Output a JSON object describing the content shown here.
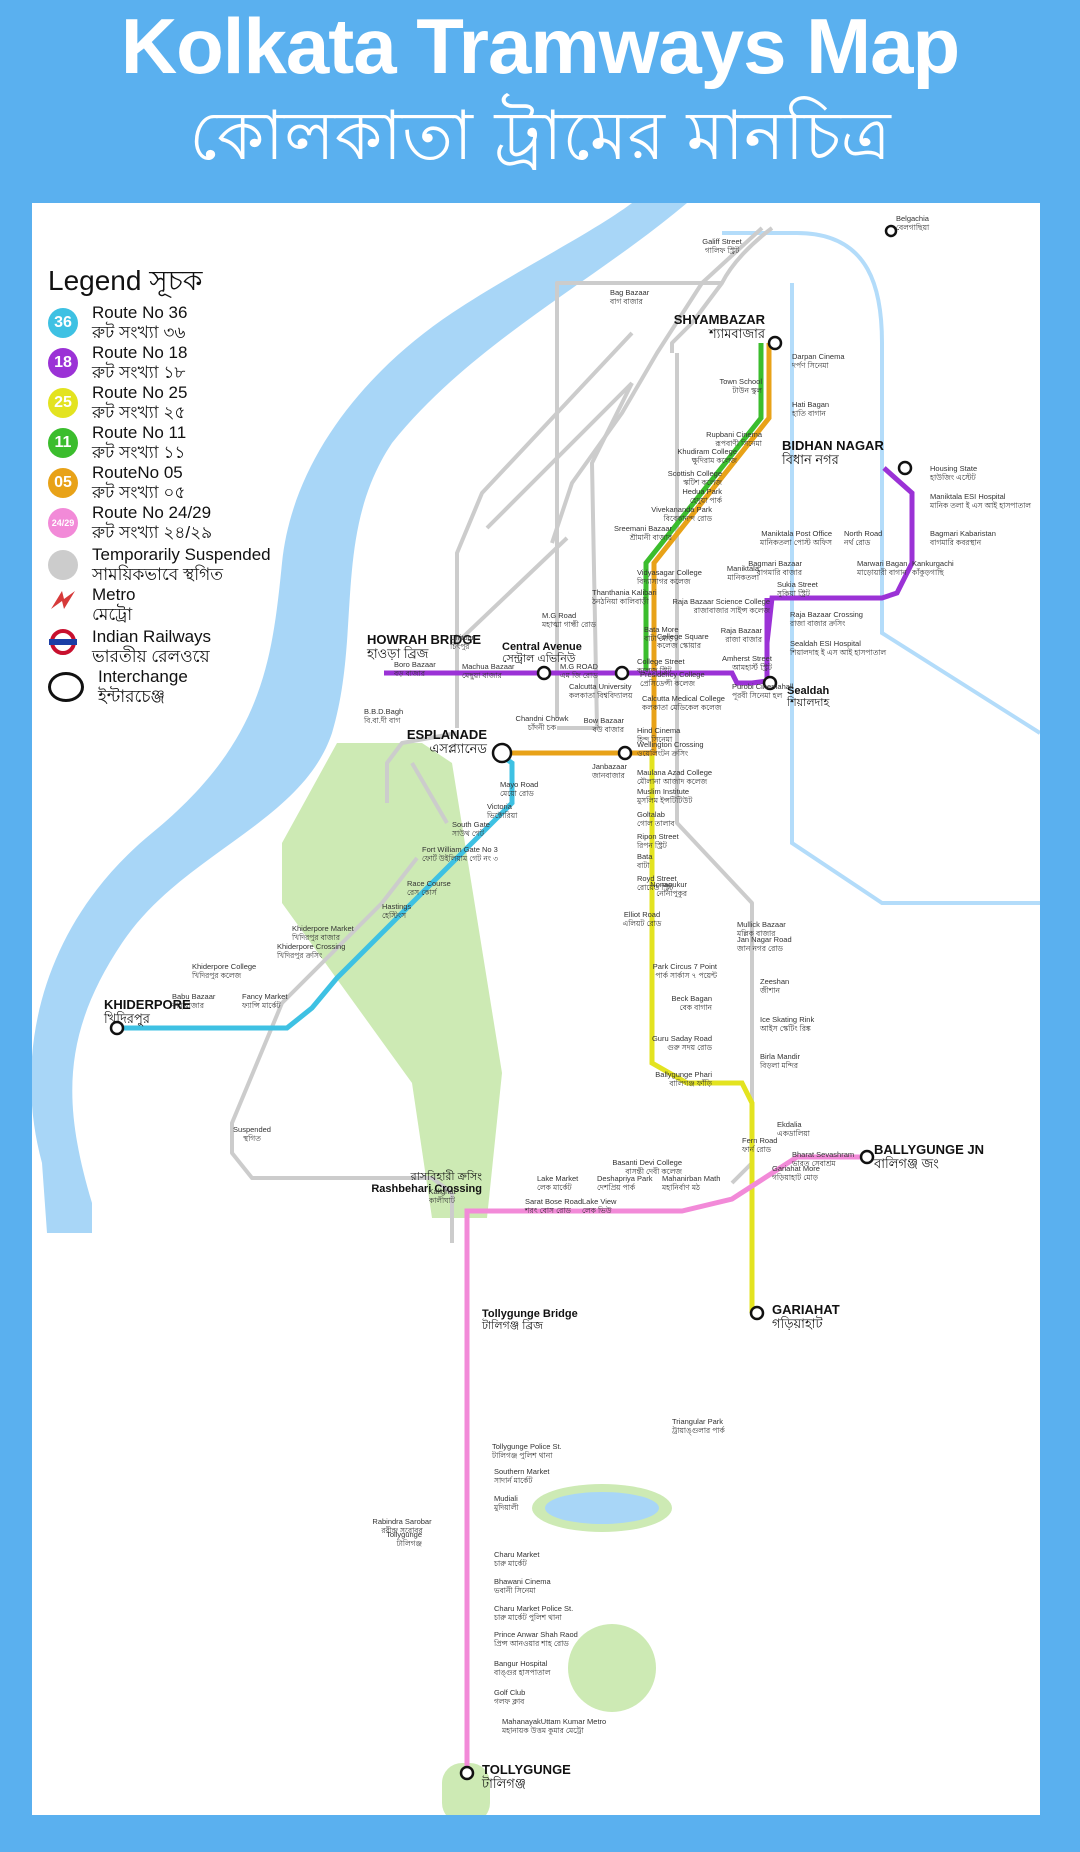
{
  "title_en": "Kolkata Tramways Map",
  "title_bn": "কোলকাতা ট্রামের মানচিত্র",
  "colors": {
    "background": "#5ab0ef",
    "water": "#a8d6f7",
    "park": "#cdeab4",
    "route_36": "#3ec1e3",
    "route_18": "#9b32d6",
    "route_25": "#e3e320",
    "route_11": "#3bbd2d",
    "route_05": "#e8a218",
    "route_24_29": "#f28ad8",
    "suspended": "#cccccc",
    "metro": "#d63a3a",
    "railway": "#c8102e"
  },
  "legend": {
    "title_en": "Legend",
    "title_bn": "সূচক",
    "items": [
      {
        "badge": "36",
        "color": "#3ec1e3",
        "en": "Route No 36",
        "bn": "রুট সংখ্যা ৩৬"
      },
      {
        "badge": "18",
        "color": "#9b32d6",
        "en": "Route No 18",
        "bn": "রুট সংখ্যা ১৮"
      },
      {
        "badge": "25",
        "color": "#e3e320",
        "en": "Route No 25",
        "bn": "রুট সংখ্যা ২৫"
      },
      {
        "badge": "11",
        "color": "#3bbd2d",
        "en": "Route No 11",
        "bn": "রুট সংখ্যা ১১"
      },
      {
        "badge": "05",
        "color": "#e8a218",
        "en": "RouteNo 05",
        "bn": "রুট সংখ্যা ০৫"
      },
      {
        "badge": "24/29",
        "color": "#f28ad8",
        "en": "Route No 24/29",
        "bn": "রুট সংখ্যা ২৪/২৯"
      },
      {
        "badge": "",
        "color": "#cccccc",
        "en": "Temporarily Suspended",
        "bn": "সাময়িকভাবে স্থগিত"
      },
      {
        "badge": "metro",
        "color": "#d63a3a",
        "en": "Metro",
        "bn": "মেট্রো"
      },
      {
        "badge": "railway",
        "color": "#c8102e",
        "en": "Indian Railways",
        "bn": "ভারতীয় রেলওয়ে"
      },
      {
        "badge": "interchange",
        "color": "#ffffff",
        "en": "Interchange",
        "bn": "ইন্টারচেঞ্জ"
      }
    ]
  },
  "hubs": {
    "shyambazar": {
      "en": "SHYAMBAZAR",
      "bn": "শ্যামবাজার"
    },
    "bidhan_nagar": {
      "en": "BIDHAN NAGAR",
      "bn": "বিধান নগর"
    },
    "howrah_bridge": {
      "en": "HOWRAH BRIDGE",
      "bn": "হাওড়া ব্রিজ"
    },
    "central_avenue": {
      "en": "Central Avenue",
      "bn": "সেন্ট্রাল এভিনিউ"
    },
    "sealdah": {
      "en": "Sealdah",
      "bn": "শিয়ালদাহ"
    },
    "esplanade": {
      "en": "ESPLANADE",
      "bn": "এসপ্ল্যানেড"
    },
    "khiderpore": {
      "en": "KHIDERPORE",
      "bn": "খিদিরপুর"
    },
    "gariahat": {
      "en": "GARIAHAT",
      "bn": "গড়িয়াহাট"
    },
    "ballygunge": {
      "en": "BALLYGUNGE JN",
      "bn": "বালিগঞ্জ জং"
    },
    "rashbehari": {
      "en": "Rashbehari Crossing",
      "bn": "রাসবিহারী ক্রসিং"
    },
    "tollygunge_bridge": {
      "en": "Tollygunge Bridge",
      "bn": "টালিগঞ্জ ব্রিজ"
    },
    "tollygunge": {
      "en": "TOLLYGUNGE",
      "bn": "টালিগঞ্জ"
    }
  },
  "stops": [
    {
      "en": "Belgachia",
      "bn": "বেলগাছিয়া"
    },
    {
      "en": "Galiff Street",
      "bn": "গালিফ স্ট্রিট"
    },
    {
      "en": "Bag Bazaar",
      "bn": "বাগ বাজার"
    },
    {
      "en": "Darpan Cinema",
      "bn": "দর্পণ সিনেমা"
    },
    {
      "en": "Town School",
      "bn": "টাউন স্কুল"
    },
    {
      "en": "Hati Bagan",
      "bn": "হাতি বাগান"
    },
    {
      "en": "Rupbani Cinema",
      "bn": "রূপবাণী সিনেমা"
    },
    {
      "en": "Khudiram College",
      "bn": "ক্ষুদিরাম কলেজ"
    },
    {
      "en": "Scottish College",
      "bn": "স্কটিশ কলেজ"
    },
    {
      "en": "Hedua Park",
      "bn": "হেদুয়া পার্ক"
    },
    {
      "en": "Vivekananda Park",
      "bn": "বিবেকানন্দ রোড"
    },
    {
      "en": "Sreemani Bazaar",
      "bn": "শ্রীমানী বাজার"
    },
    {
      "en": "Housing State",
      "bn": "হাউজিং এস্টেট"
    },
    {
      "en": "Maniktala ESI Hospital",
      "bn": "মানিক তলা ই এস আই হাসপাতাল"
    },
    {
      "en": "Bagmari Kabaristan",
      "bn": "বাগমারি কবরস্থান"
    },
    {
      "en": "Maniktala Post Office",
      "bn": "মানিকতলা পোস্ট অফিস"
    },
    {
      "en": "North Road",
      "bn": "নর্থ রোড"
    },
    {
      "en": "Bagmari Bazaar",
      "bn": "বাগমারি বাজার"
    },
    {
      "en": "Marwari Bagan",
      "bn": "মাড়োয়ারী বাগান"
    },
    {
      "en": "Kankurgachi",
      "bn": "কাঁকুড়গাছি"
    },
    {
      "en": "Vidyasagar College",
      "bn": "বিদ্যাসাগর কলেজ"
    },
    {
      "en": "Maniktala",
      "bn": "মানিকতলা"
    },
    {
      "en": "Sukia Street",
      "bn": "সুকিয়া স্ট্রিট"
    },
    {
      "en": "Thanthania Kalibari",
      "bn": "ঠনঠনিয়া কালিবাড়ী"
    },
    {
      "en": "Raja Bazaar Science College",
      "bn": "রাজাবাজার সাইন্স কলেজ"
    },
    {
      "en": "M.G Road",
      "bn": "মহাত্মা গান্ধী রোড"
    },
    {
      "en": "Raja Bazaar Crossing",
      "bn": "রাজা বাজার ক্রসিং"
    },
    {
      "en": "Bata More",
      "bn": "বাটা মোড়"
    },
    {
      "en": "College Square",
      "bn": "কলেজ স্কোয়ার"
    },
    {
      "en": "Raja Bazaar",
      "bn": "রাজা বাজার"
    },
    {
      "en": "Chitpur",
      "bn": "চিৎপুর"
    },
    {
      "en": "Sealdah ESI Hospital",
      "bn": "শিয়ালদাহ ই এস আই হাসপাতাল"
    },
    {
      "en": "Amherst Street",
      "bn": "আমহার্স্ট স্ট্রিট"
    },
    {
      "en": "Boro Bazaar",
      "bn": "বড় বাজার"
    },
    {
      "en": "Machua Bazaar",
      "bn": "মেছুয়া বাজার"
    },
    {
      "en": "M.G ROAD",
      "bn": "এম জি রোড"
    },
    {
      "en": "College Street",
      "bn": "কলেজ স্ট্রিট"
    },
    {
      "en": "Presidency College",
      "bn": "প্রেসিডেন্সী কলেজ"
    },
    {
      "en": "Purobi Cinemahall",
      "bn": "পূরবী সিনেমা হল"
    },
    {
      "en": "Calcutta University",
      "bn": "কলকাতা বিশ্ববিদ্যালয়"
    },
    {
      "en": "Calcutta Medical College",
      "bn": "কলকাতা মেডিকেল কলেজ"
    },
    {
      "en": "B.B.D.Bagh",
      "bn": "বি.বা.দী বাগ"
    },
    {
      "en": "Chandni Chowk",
      "bn": "চাঁদনী চক"
    },
    {
      "en": "Bow Bazaar",
      "bn": "বউ বাজার"
    },
    {
      "en": "Hind Cinema",
      "bn": "হিন্দ সিনেমা"
    },
    {
      "en": "Wellington Crossing",
      "bn": "ওয়েলিংটন ক্রসিং"
    },
    {
      "en": "Janbazaar",
      "bn": "জানবাজার"
    },
    {
      "en": "Maulana Azad College",
      "bn": "মৌলানা আজাদ কলেজ"
    },
    {
      "en": "Mayo Road",
      "bn": "মেয়ো রোড"
    },
    {
      "en": "Muslim Institute",
      "bn": "মুসলিম ইন্সটিটিউট"
    },
    {
      "en": "Victoria",
      "bn": "ভিক্টোরিয়া"
    },
    {
      "en": "Goltalab",
      "bn": "গোল তালাব"
    },
    {
      "en": "South Gate",
      "bn": "সাউথ গেট"
    },
    {
      "en": "Ripon Street",
      "bn": "রিপন স্ট্রিট"
    },
    {
      "en": "Fort William Gate No 3",
      "bn": "ফোর্ট উইলিয়াম গেট নং ৩"
    },
    {
      "en": "Bata",
      "bn": "বাটা"
    },
    {
      "en": "Race Course",
      "bn": "রেস কোর্স"
    },
    {
      "en": "Royd Street",
      "bn": "রোয়েড স্ট্রিট"
    },
    {
      "en": "Hastings",
      "bn": "হেস্টিংস"
    },
    {
      "en": "Nonapukur",
      "bn": "নোনাপুকুর"
    },
    {
      "en": "Elliot Road",
      "bn": "এলিয়ট রোড"
    },
    {
      "en": "Khiderpore Market",
      "bn": "খিদিরপুর বাজার"
    },
    {
      "en": "Mullick Bazaar",
      "bn": "মল্লিক বাজার"
    },
    {
      "en": "Khiderpore Crossing",
      "bn": "খিদিরপুর ক্রসিং"
    },
    {
      "en": "Jan Nagar Road",
      "bn": "জান নগর রোড"
    },
    {
      "en": "Khiderpore College",
      "bn": "খিদিরপুর কলেজ"
    },
    {
      "en": "Park Circus 7 Point",
      "bn": "পার্ক সার্কাস ৭ পয়েন্ট"
    },
    {
      "en": "Babu Bazaar",
      "bn": "বাবু বাজার"
    },
    {
      "en": "Fancy Market",
      "bn": "ফ্যান্সি মার্কেট"
    },
    {
      "en": "Zeeshan",
      "bn": "জীশান"
    },
    {
      "en": "Beck Bagan",
      "bn": "বেক বাগান"
    },
    {
      "en": "Ice Skating Rink",
      "bn": "আইস স্কেটিং রিঙ্ক"
    },
    {
      "en": "Guru Saday Road",
      "bn": "গুরু সদয় রোড"
    },
    {
      "en": "Birla Mandir",
      "bn": "বিড়লা মন্দির"
    },
    {
      "en": "Ballygunge Phari",
      "bn": "বালিগঞ্জ ফাঁড়ি"
    },
    {
      "en": "Suspended",
      "bn": "স্থগিত"
    },
    {
      "en": "Ekdalia",
      "bn": "একডালিয়া"
    },
    {
      "en": "Fern Road",
      "bn": "ফার্ন রোড"
    },
    {
      "en": "Bharat Sevashram",
      "bn": "ভারত সেবাশ্রম"
    },
    {
      "en": "Basanti Devi College",
      "bn": "বাসন্তী দেবী কলেজ"
    },
    {
      "en": "Gariahat More",
      "bn": "গড়িয়াহাট মোড়"
    },
    {
      "en": "Kalighat",
      "bn": "কালীঘাট"
    },
    {
      "en": "Lake Market",
      "bn": "লেক মার্কেট"
    },
    {
      "en": "Deshapriya Park",
      "bn": "দেশপ্রিয় পার্ক"
    },
    {
      "en": "Mahanirban Math",
      "bn": "মহানির্বাণ মঠ"
    },
    {
      "en": "Sarat Bose Road",
      "bn": "শরৎ বোস রোড"
    },
    {
      "en": "Lake View",
      "bn": "লেক ভিউ"
    },
    {
      "en": "Triangular Park",
      "bn": "ট্রায়াঙ্গুলার পার্ক"
    },
    {
      "en": "Tollygunge Police St.",
      "bn": "টালিগঞ্জ পুলিশ থানা"
    },
    {
      "en": "Southern Market",
      "bn": "সাদার্ন মার্কেট"
    },
    {
      "en": "Mudiali",
      "bn": "মুদিয়ালী"
    },
    {
      "en": "Rabindra Sarobar",
      "bn": "রবীন্দ্র সরোবর"
    },
    {
      "en": "Tollygunge",
      "bn": "টালিগঞ্জ"
    },
    {
      "en": "Charu Market",
      "bn": "চারু মার্কেট"
    },
    {
      "en": "Bhawani Cinema",
      "bn": "ভবানী সিনেমা"
    },
    {
      "en": "Charu Market Police St.",
      "bn": "চারু মার্কেট পুলিশ থানা"
    },
    {
      "en": "Prince Anwar Shah Raod",
      "bn": "প্রিন্স আনওয়ার শাহ রোড"
    },
    {
      "en": "Bangur Hospital",
      "bn": "বাঙ্গুর হাসপাতাল"
    },
    {
      "en": "Golf Club",
      "bn": "গলফ ক্লাব"
    },
    {
      "en": "MahanayakUttam Kumar Metro",
      "bn": "মহানায়ক উত্তম কুমার মেট্রো"
    }
  ]
}
